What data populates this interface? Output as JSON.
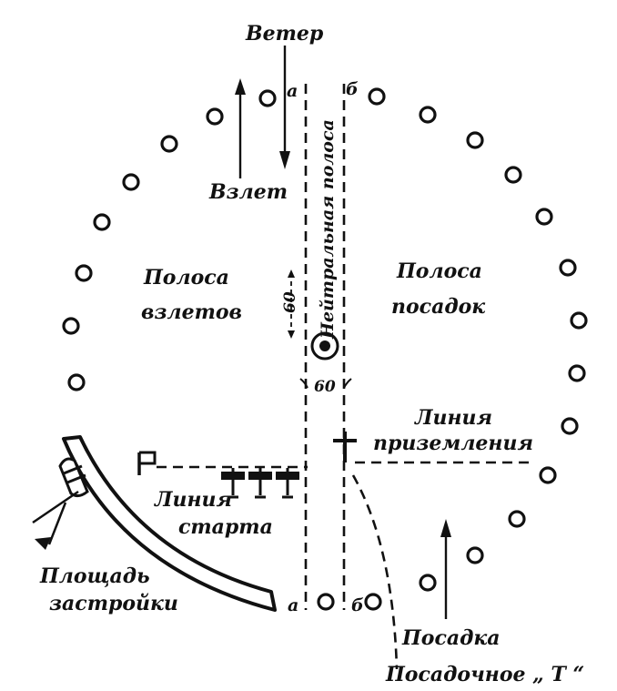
{
  "labels": {
    "wind": "Ветер",
    "takeoff": "Взлет",
    "neutral_strip": "Нейтральная полоса",
    "takeoff_strip_line1": "Полоса",
    "takeoff_strip_line2": "взлетов",
    "landing_strip_line1": "Полоса",
    "landing_strip_line2": "посадок",
    "landing_line_line1": "Линия",
    "landing_line_line2": "приземления",
    "start_line_line1": "Линия",
    "start_line_line2": "старта",
    "building_area_line1": "Площадь",
    "building_area_line2": "застройки",
    "landing": "Посадка",
    "landing_t": "Посадочное „ T “",
    "width_top": "60",
    "width_mid": "60",
    "point_a_top": "а",
    "point_b_top": "б",
    "point_a_bottom": "а",
    "point_b_bottom": "б",
    "start_flag": "P"
  },
  "icons": {
    "boundary_marker": "circle-marker-icon",
    "center_circle": "target-circle-icon",
    "landing_t": "landing-t-icon",
    "aircraft": "aircraft-icon",
    "windsock": "windsock-icon",
    "start_flag": "start-flag-icon"
  },
  "colors": {
    "ink": "#111111",
    "paper": "#ffffff"
  }
}
